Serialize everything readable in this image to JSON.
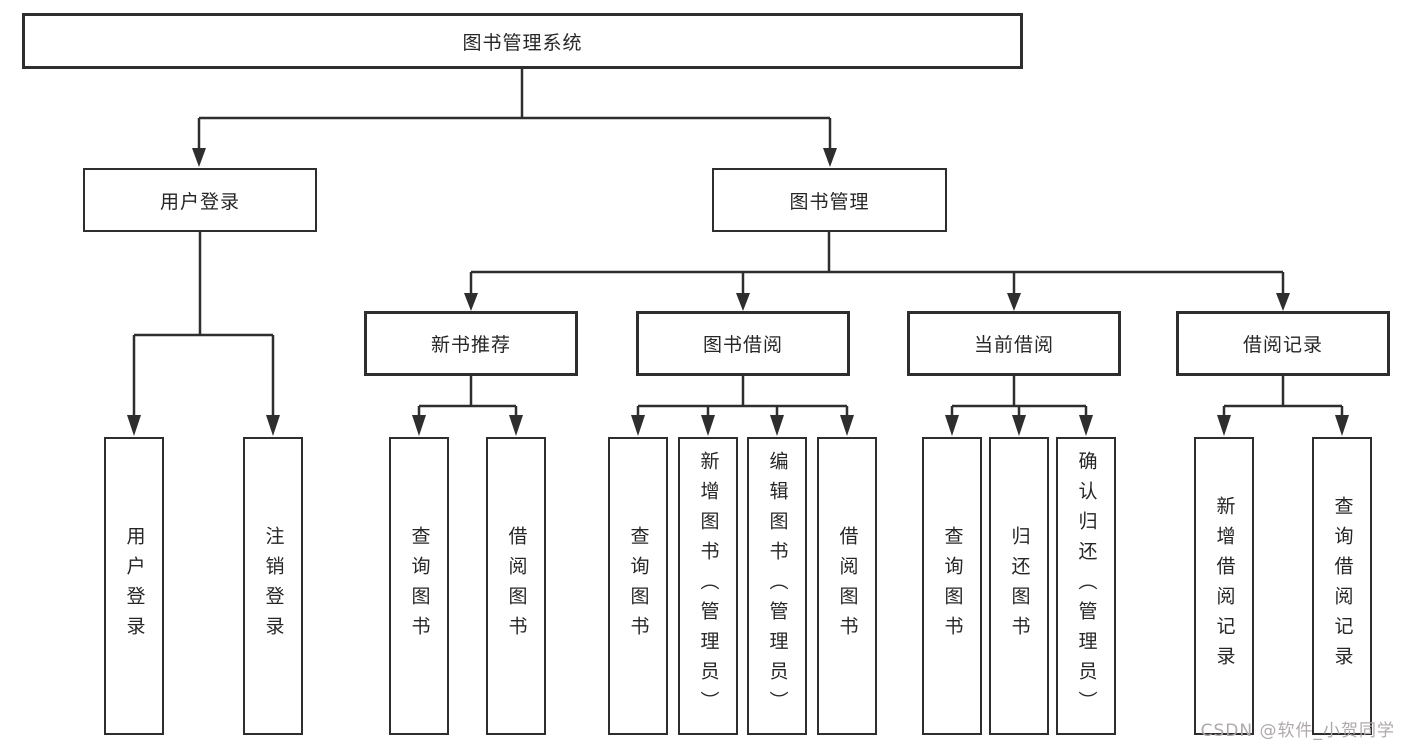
{
  "diagram_type": "hierarchy-tree",
  "colors": {
    "background": "#ffffff",
    "line": "#2e2e2e",
    "node_border": "#2e2e2e",
    "node_text": "#262626",
    "watermark_text": "#b0a9a9"
  },
  "nodes": {
    "root": "图书管理系统",
    "user_login": "用户登录",
    "book_mgmt": "图书管理",
    "new_books": "新书推荐",
    "book_borrow": "图书借阅",
    "current_borrow": "当前借阅",
    "borrow_records": "借阅记录",
    "leaf_user_login": "用户登录",
    "leaf_logout": "注销登录",
    "leaf_nb_query": "查询图书",
    "leaf_nb_borrow": "借阅图书",
    "leaf_bb_query": "查询图书",
    "leaf_bb_add": "新增图书（管理员）",
    "leaf_bb_edit": "编辑图书（管理员）",
    "leaf_bb_borrow": "借阅图书",
    "leaf_cb_query": "查询图书",
    "leaf_cb_return": "归还图书",
    "leaf_cb_confirm": "确认归还（管理员）",
    "leaf_br_add": "新增借阅记录",
    "leaf_br_query": "查询借阅记录"
  },
  "watermark": "CSDN @软件_小贺同学"
}
